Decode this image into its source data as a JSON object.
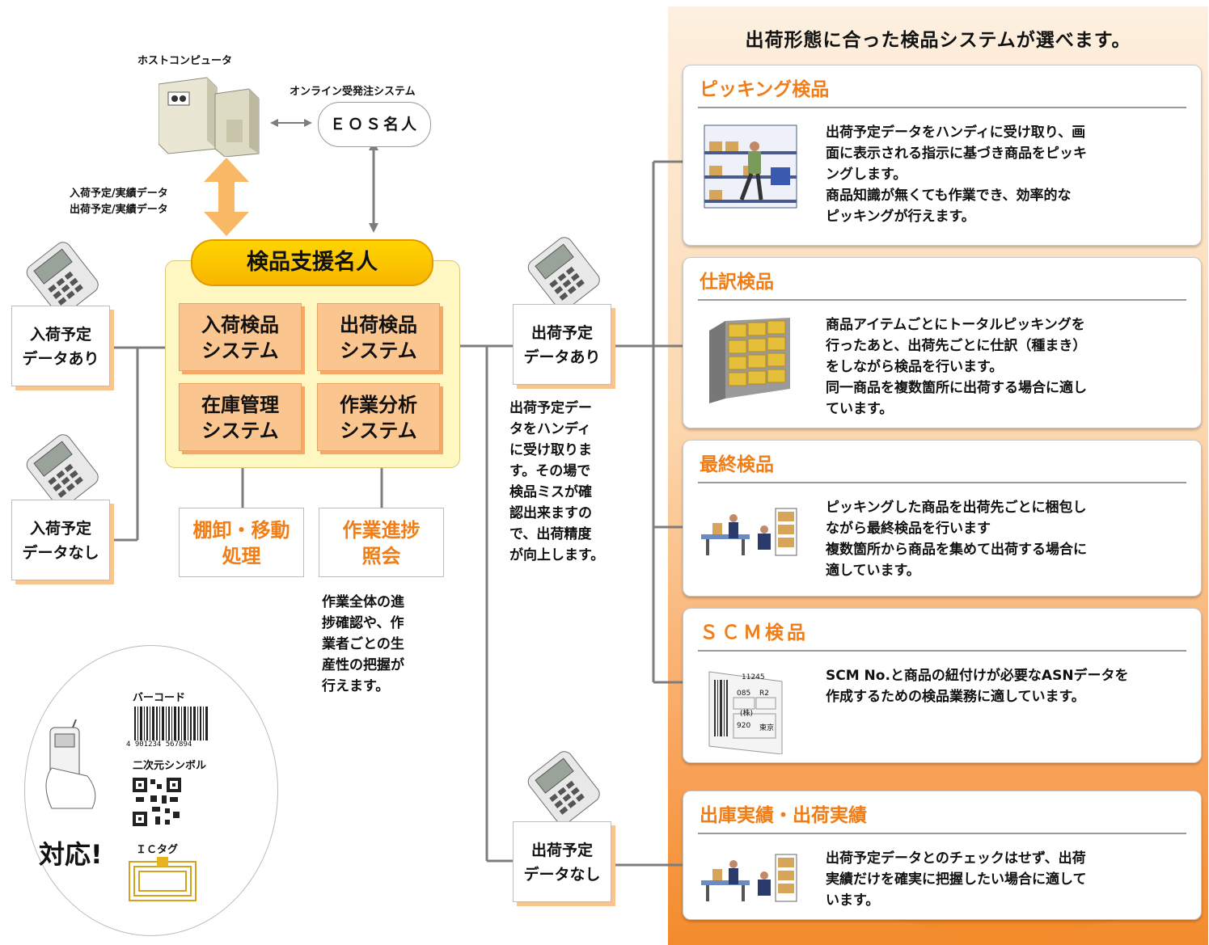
{
  "colors": {
    "accent_orange": "#f07d16",
    "module_yellow": "#fff7c2",
    "system_orange": "#fbc58f"
  },
  "header": {
    "title": "出荷形態に合った検品システムが選べます。"
  },
  "host": {
    "label": "ホストコンピュータ",
    "online_label": "オンライン受発注システム",
    "eos": "ＥＯＳ名人",
    "data_line1": "入荷予定/実績データ",
    "data_line2": "出荷予定/実績データ"
  },
  "module": {
    "title": "検品支援名人",
    "systems": [
      "入荷検品\nシステム",
      "出荷検品\nシステム",
      "在庫管理\nシステム",
      "作業分析\nシステム"
    ]
  },
  "outputs": [
    {
      "label": "棚卸・移動\n処理"
    },
    {
      "label": "作業進捗\n照会"
    }
  ],
  "notes": {
    "progress": "作業全体の進\n捗確認や、作\n業者ごとの生\n産性の把握が\n行えます。",
    "handy": "出荷予定デー\nタをハンディ\nに受け取りま\nす。その場で\n検品ミスが確\n認出来ますの\nで、出荷精度\nが向上します。"
  },
  "data_boxes": {
    "in_yes": "入荷予定\nデータあり",
    "in_no": "入荷予定\nデータなし",
    "out_yes": "出荷予定\nデータあり",
    "out_no": "出荷予定\nデータなし"
  },
  "supports": {
    "barcode": "バーコード",
    "barcode_number": "4 901234 567894",
    "qr": "二次元シンボル",
    "ic": "ＩＣタグ",
    "taiou": "対応!"
  },
  "cards": [
    {
      "title": "ピッキング検品",
      "text": "出荷予定データをハンディに受け取り、画\n面に表示される指示に基づき商品をピッキ\nングします。\n商品知識が無くても作業でき、効率的な\nピッキングが行えます。"
    },
    {
      "title": "仕訳検品",
      "text": "商品アイテムごとにトータルピッキングを\n行ったあと、出荷先ごとに仕訳（種まき）\nをしながら検品を行います。\n同一商品を複数箇所に出荷する場合に適し\nています。"
    },
    {
      "title": "最終検品",
      "text": "ピッキングした商品を出荷先ごとに梱包し\nながら最終検品を行います\n複数箇所から商品を集めて出荷する場合に\n適しています。"
    },
    {
      "title": "ＳＣＭ検品",
      "text": "SCM No.と商品の紐付けが必要なASNデータを\n作成するための検品業務に適しています。"
    },
    {
      "title": "出庫実績・出荷実績",
      "text": "出荷予定データとのチェックはせず、出荷\n実績だけを確実に把握したい場合に適して\nいます。"
    }
  ],
  "scm_label": {
    "num": "11245",
    "a": "085",
    "b": "R2",
    "c": "(株)",
    "d": "920",
    "e": "東京"
  }
}
